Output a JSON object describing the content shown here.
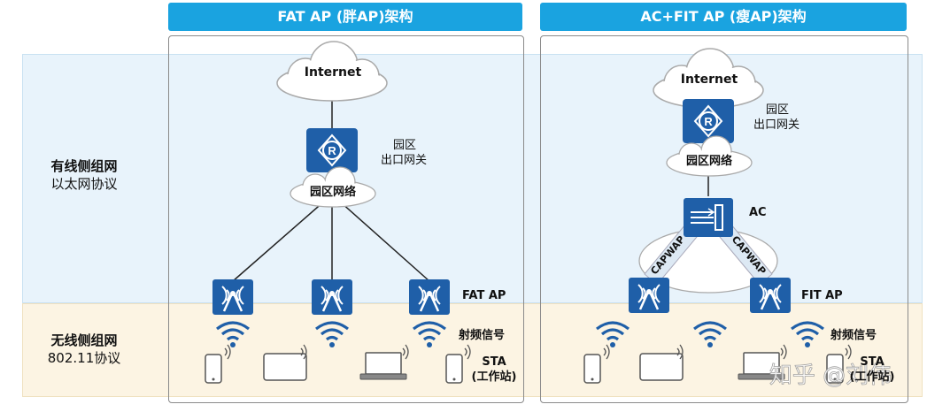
{
  "sections": {
    "wired_title": "有线侧组网",
    "wired_sub": "以太网协议",
    "wireless_title": "无线侧组网",
    "wireless_sub": "802.11协议"
  },
  "left_panel": {
    "title": "FAT AP (胖AP)架构",
    "internet": "Internet",
    "gateway_line1": "园区",
    "gateway_line2": "出口网关",
    "campus_net": "园区网络",
    "ap_label": "FAT AP",
    "signal_label": "射频信号",
    "sta_line1": "STA",
    "sta_line2": "(工作站)"
  },
  "right_panel": {
    "title": "AC+FIT AP (瘦AP)架构",
    "internet": "Internet",
    "gateway_line1": "园区",
    "gateway_line2": "出口网关",
    "campus_net": "园区网络",
    "ac_label": "AC",
    "capwap_left": "CAPWAP",
    "capwap_right": "CAPWAP",
    "ap_label": "FIT AP",
    "signal_label": "射频信号",
    "sta_line1": "STA",
    "sta_line2": "(工作站)"
  },
  "watermark": "知乎 @刘伟",
  "colors": {
    "header": "#1aa3e0",
    "device": "#1f5fa8",
    "wired_band": "#e8f3fb",
    "wireless_band": "#fcf4e3"
  }
}
